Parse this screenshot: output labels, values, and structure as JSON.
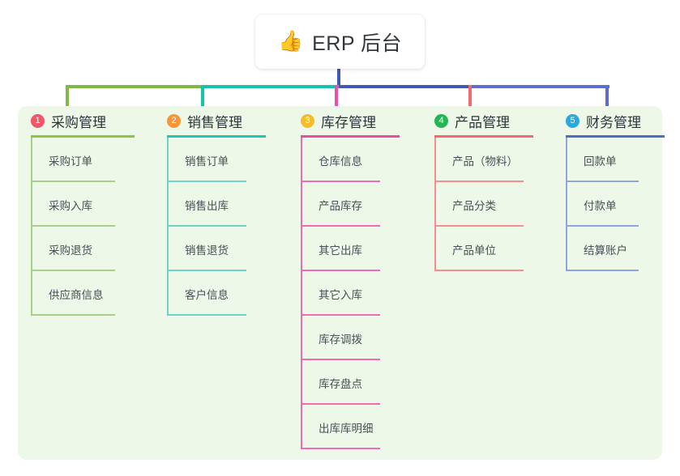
{
  "root": {
    "emoji": "👍",
    "icon_name": "thumbs-up-icon",
    "title": "ERP 后台"
  },
  "panel": {
    "background": "#edf8e8"
  },
  "connector": {
    "trunk_color": "#4158b6",
    "segments": [
      {
        "color": "#7ebb46"
      },
      {
        "color": "#16c3ab"
      },
      {
        "color": "#4158b6"
      },
      {
        "color": "#5c6fd0"
      },
      {
        "color": "#5c6fd0"
      }
    ],
    "drops": [
      {
        "color": "#7ebb46"
      },
      {
        "color": "#16c3ab"
      },
      {
        "color": "#ee4faa"
      },
      {
        "color": "#f4696b"
      },
      {
        "color": "#5c6fd0"
      }
    ]
  },
  "columns": [
    {
      "number": "1",
      "title": "采购管理",
      "badge_color": "#f2566a",
      "accent": "#8cc63f",
      "item_line": "#a8d08a",
      "items": [
        "采购订单",
        "采购入库",
        "采购退货",
        "供应商信息"
      ]
    },
    {
      "number": "2",
      "title": "销售管理",
      "badge_color": "#f5963c",
      "accent": "#1fc7b6",
      "item_line": "#6fd3c8",
      "items": [
        "销售订单",
        "销售出库",
        "销售退货",
        "客户信息"
      ]
    },
    {
      "number": "3",
      "title": "库存管理",
      "badge_color": "#f5bc2b",
      "accent": "#ef4ba4",
      "item_line": "#ef6cb4",
      "items": [
        "仓库信息",
        "产品库存",
        "其它出库",
        "其它入库",
        "库存调拨",
        "库存盘点",
        "出库库明细"
      ]
    },
    {
      "number": "4",
      "title": "产品管理",
      "badge_color": "#23b653",
      "accent": "#f4696b",
      "item_line": "#f68e90",
      "items": [
        "产品（物料）",
        "产品分类",
        "产品单位"
      ]
    },
    {
      "number": "5",
      "title": "财务管理",
      "badge_color": "#2aa9e0",
      "accent": "#4a6fc4",
      "item_line": "#8ea5de",
      "items": [
        "回款单",
        "付款单",
        "结算账户"
      ]
    }
  ]
}
